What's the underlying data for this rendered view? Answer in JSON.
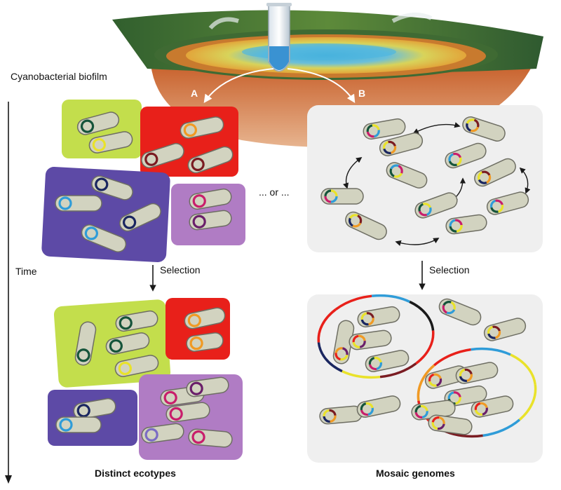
{
  "labels": {
    "biofilm": "Cyanobacterial biofilm",
    "path_a": "A",
    "path_b": "B",
    "time": "Time",
    "selection": "Selection",
    "or": "... or ...",
    "distinct_ecotypes": "Distinct ecotypes",
    "mosaic_genomes": "Mosaic genomes"
  },
  "colors": {
    "lime": "#c3de4c",
    "red": "#e8201a",
    "purple": "#5d4aa6",
    "lilac": "#b07cc4",
    "panel_gray": "#efefef",
    "cell_fill": "#d2d3c0",
    "cell_stroke": "#6e6e63",
    "ring_dark_green": "#15543a",
    "ring_yellow": "#e9e22a",
    "ring_orange": "#f09a24",
    "ring_maroon": "#7a1c22",
    "ring_navy": "#1a2660",
    "ring_blue": "#2f9cd8",
    "ring_magenta": "#c81e6b",
    "ring_plum": "#6a1f6a",
    "ring_violet": "#7b6cc4"
  },
  "icons": [
    "sample-tube-icon",
    "hot-spring-illustration",
    "time-arrow-icon",
    "bacterium-cell-icon",
    "plasmid-ring-icon",
    "gene-exchange-arrow-icon"
  ]
}
